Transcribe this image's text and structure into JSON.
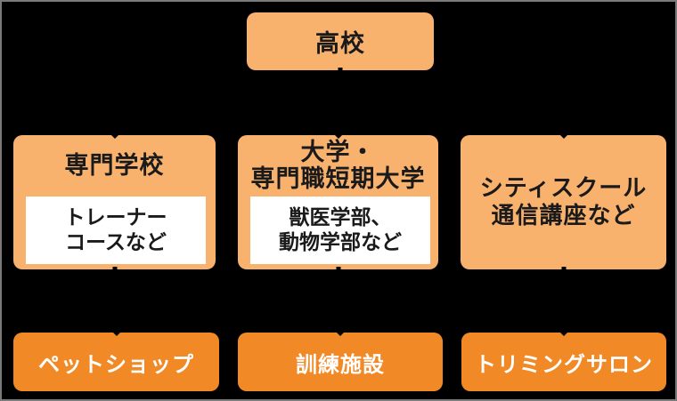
{
  "colors": {
    "background": "#000000",
    "frame_border": "#7A7A7A",
    "light_orange": "#F9B16E",
    "dark_orange": "#F18A26",
    "inner_panel": "#FFFFFF",
    "text_dark": "#1A1A1A",
    "text_light": "#FFFFFF"
  },
  "nodes": {
    "top": {
      "label": "高校"
    },
    "middle": [
      {
        "title_lines": [
          "専門学校"
        ],
        "detail_lines": [
          "トレーナー",
          "コースなど"
        ]
      },
      {
        "title_lines": [
          "大学・",
          "専門職短期大学"
        ],
        "detail_lines": [
          "獣医学部、",
          "動物学部など"
        ]
      },
      {
        "title_lines": [
          "シティスクール",
          "通信講座など"
        ],
        "detail_lines": []
      }
    ],
    "bottom": [
      {
        "label": "ペットショップ"
      },
      {
        "label": "訓練施設"
      },
      {
        "label": "トリミングサロン"
      }
    ]
  }
}
